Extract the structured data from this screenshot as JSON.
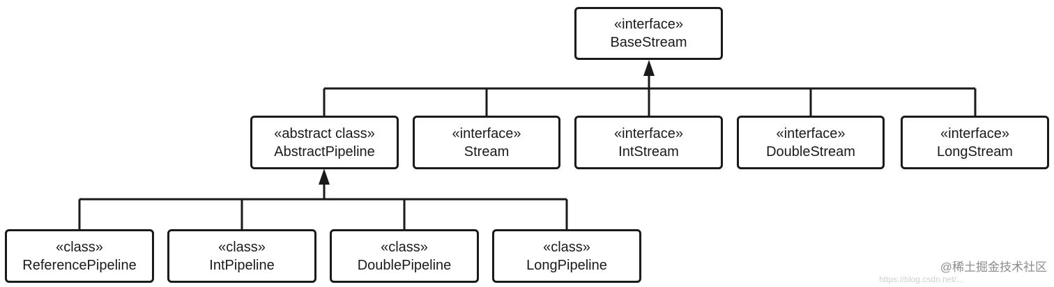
{
  "nodes": {
    "base_stream": {
      "stereotype": "«interface»",
      "name": "BaseStream"
    },
    "abstract_pipeline": {
      "stereotype": "«abstract class»",
      "name": "AbstractPipeline"
    },
    "stream": {
      "stereotype": "«interface»",
      "name": "Stream"
    },
    "int_stream": {
      "stereotype": "«interface»",
      "name": "IntStream"
    },
    "double_stream": {
      "stereotype": "«interface»",
      "name": "DoubleStream"
    },
    "long_stream": {
      "stereotype": "«interface»",
      "name": "LongStream"
    },
    "reference_pipeline": {
      "stereotype": "«class»",
      "name": "ReferencePipeline"
    },
    "int_pipeline": {
      "stereotype": "«class»",
      "name": "IntPipeline"
    },
    "double_pipeline": {
      "stereotype": "«class»",
      "name": "DoublePipeline"
    },
    "long_pipeline": {
      "stereotype": "«class»",
      "name": "LongPipeline"
    }
  },
  "edges": [
    {
      "from": "abstract_pipeline",
      "to": "base_stream",
      "type": "generalization"
    },
    {
      "from": "stream",
      "to": "base_stream",
      "type": "generalization"
    },
    {
      "from": "int_stream",
      "to": "base_stream",
      "type": "generalization"
    },
    {
      "from": "double_stream",
      "to": "base_stream",
      "type": "generalization"
    },
    {
      "from": "long_stream",
      "to": "base_stream",
      "type": "generalization"
    },
    {
      "from": "reference_pipeline",
      "to": "abstract_pipeline",
      "type": "generalization"
    },
    {
      "from": "int_pipeline",
      "to": "abstract_pipeline",
      "type": "generalization"
    },
    {
      "from": "double_pipeline",
      "to": "abstract_pipeline",
      "type": "generalization"
    },
    {
      "from": "long_pipeline",
      "to": "abstract_pipeline",
      "type": "generalization"
    }
  ],
  "watermark": {
    "text": "@稀土掘金技术社区",
    "url": "https://blog.csdn.net/..."
  },
  "colors": {
    "stroke": "#1a1a1a",
    "background": "#ffffff",
    "watermark": "#8c8c8c"
  }
}
